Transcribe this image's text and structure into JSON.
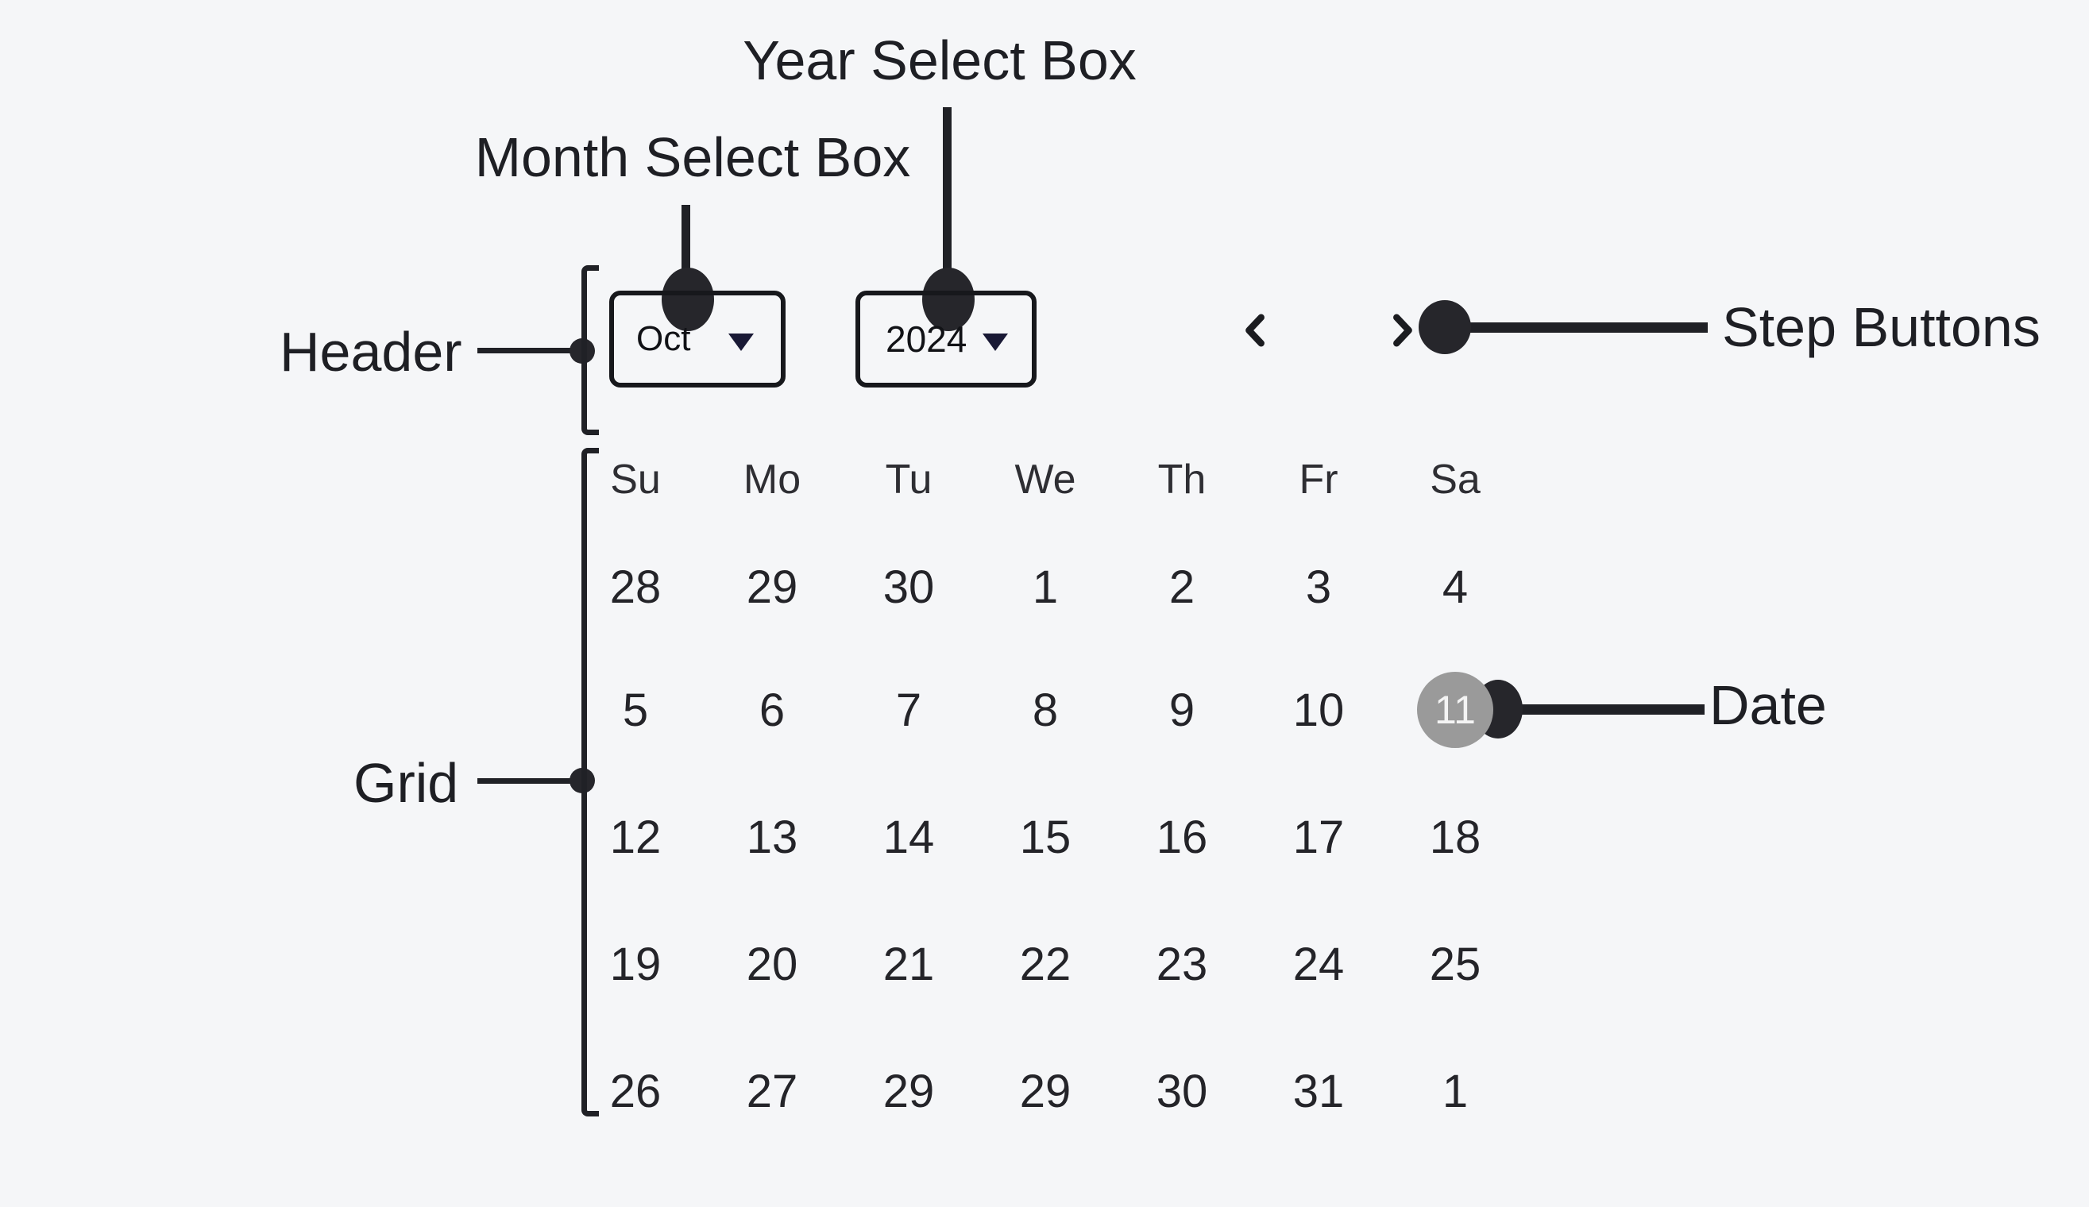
{
  "canvas": {
    "background": "#f5f6f8",
    "ink": "#202126",
    "caret_color": "#191935",
    "selected_day_bg": "#9a9a9a",
    "selected_day_text": "#f4f4f4"
  },
  "annotations": {
    "year_label": "Year Select Box",
    "month_label": "Month Select Box",
    "header_label": "Header",
    "step_label": "Step Buttons",
    "grid_label": "Grid",
    "date_label": "Date"
  },
  "datepicker": {
    "month_value": "Oct",
    "year_value": "2024",
    "weekdays": [
      "Su",
      "Mo",
      "Tu",
      "We",
      "Th",
      "Fr",
      "Sa"
    ],
    "weeks": [
      [
        "28",
        "29",
        "30",
        "1",
        "2",
        "3",
        "4"
      ],
      [
        "5",
        "6",
        "7",
        "8",
        "9",
        "10",
        "11"
      ],
      [
        "12",
        "13",
        "14",
        "15",
        "16",
        "17",
        "18"
      ],
      [
        "19",
        "20",
        "21",
        "22",
        "23",
        "24",
        "25"
      ],
      [
        "26",
        "27",
        "29",
        "29",
        "30",
        "31",
        "1"
      ]
    ],
    "selected": {
      "week": 1,
      "day": 6,
      "value": "11"
    }
  }
}
